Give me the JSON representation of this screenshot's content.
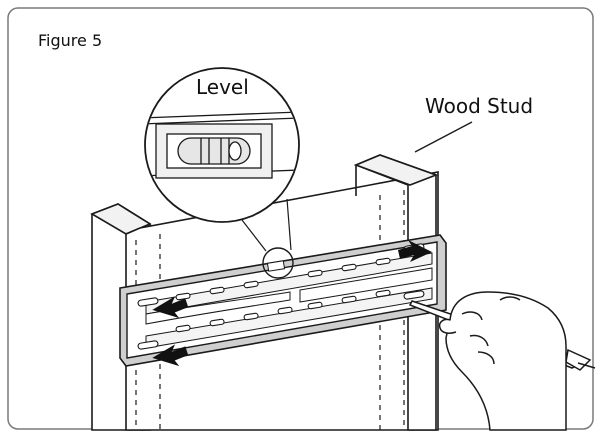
{
  "figure": {
    "title": "Figure 5",
    "callouts": {
      "level": "Level",
      "wood_stud": "Wood Stud"
    }
  },
  "icons": {
    "mounting-bracket": "mounting-bracket-icon",
    "spirit-level": "spirit-level-icon",
    "pencil-hand": "hand-with-pencil-icon",
    "arrows": "marking-arrow-icon"
  },
  "colors": {
    "line": "#1a1a1a",
    "fill": "#ffffff",
    "shade": "#d8d8d8",
    "frame": "#888888"
  }
}
